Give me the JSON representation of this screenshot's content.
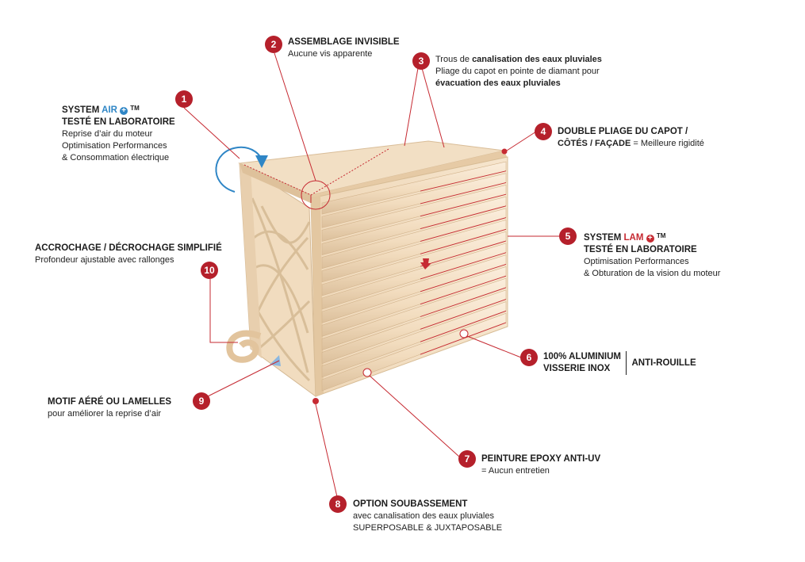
{
  "callouts": {
    "c1": {
      "num": "1",
      "t_pre": "SYSTEM ",
      "t_accent": "AIR",
      "plus": "+",
      "tm": "TM",
      "title2": "TESTÉ EN LABORATOIRE",
      "lines": [
        "Reprise d’air du moteur",
        "Optimisation Performances",
        "& Consommation électrique"
      ]
    },
    "c2": {
      "num": "2",
      "title": "ASSEMBLAGE INVISIBLE",
      "lines": [
        "Aucune vis apparente"
      ]
    },
    "c3": {
      "num": "3",
      "l1_pre": "Trous de ",
      "l1_bold": "canalisation des eaux pluviales",
      "l2": "Pliage du capot en pointe de diamant pour",
      "l3_bold": "évacuation des eaux pluviales"
    },
    "c4": {
      "num": "4",
      "title": "DOUBLE PLIAGE DU CAPOT /",
      "title2": "CÔTÉS / FAÇADE",
      "suffix": " = Meilleure rigidité"
    },
    "c5": {
      "num": "5",
      "t_pre": "SYSTEM ",
      "t_accent": "LAM",
      "plus": "+",
      "tm": "TM",
      "title2": "TESTÉ EN LABORATOIRE",
      "lines": [
        "Optimisation Performances",
        "& Obturation de la vision du moteur"
      ]
    },
    "c6": {
      "num": "6",
      "title": "100% ALUMINIUM",
      "title2": "VISSERIE INOX",
      "side": "ANTI-ROUILLE"
    },
    "c7": {
      "num": "7",
      "title": "PEINTURE EPOXY ANTI-UV",
      "lines": [
        "= Aucun entretien"
      ]
    },
    "c8": {
      "num": "8",
      "title": "OPTION SOUBASSEMENT",
      "lines": [
        "avec canalisation des eaux pluviales",
        "SUPERPOSABLE & JUXTAPOSABLE"
      ]
    },
    "c9": {
      "num": "9",
      "title": "MOTIF AÉRÉ OU LAMELLES",
      "lines": [
        "pour améliorer la reprise d’air"
      ]
    },
    "c10": {
      "num": "10",
      "title": "ACCROCHAGE / DÉCROCHAGE SIMPLIFIÉ",
      "lines": [
        "Profondeur ajustable avec rallonges"
      ]
    }
  },
  "colors": {
    "accent_red": "#b5202b",
    "accent_blue": "#2f86c6",
    "product_beige": "#f3dfc3"
  },
  "icons": {
    "air_arrow": "curved-airflow-arrow-icon",
    "lam_arrow": "down-arrow-icon"
  }
}
